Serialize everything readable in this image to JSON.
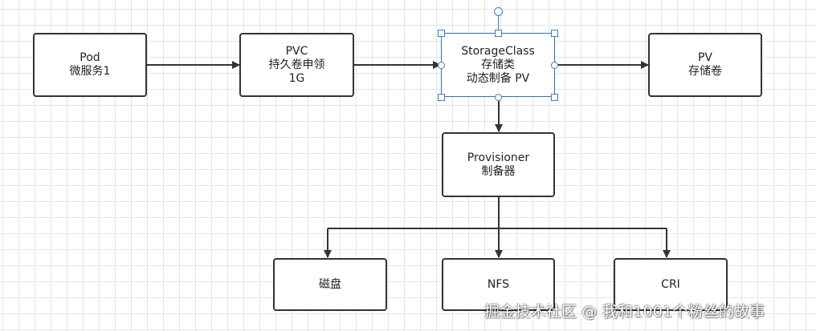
{
  "diagram": {
    "nodes": {
      "pod": {
        "lines": [
          "Pod",
          "微服务1"
        ]
      },
      "pvc": {
        "lines": [
          "PVC",
          "持久卷申领",
          "1G"
        ]
      },
      "storageclass": {
        "lines": [
          "StorageClass",
          "存储类",
          "动态制备 PV"
        ],
        "selected": true
      },
      "pv": {
        "lines": [
          "PV",
          "存储卷"
        ]
      },
      "provisioner": {
        "lines": [
          "Provisioner",
          "制备器"
        ]
      },
      "disk": {
        "lines": [
          "磁盘"
        ]
      },
      "nfs": {
        "lines": [
          "NFS"
        ]
      },
      "cri": {
        "lines": [
          "CRI"
        ]
      }
    },
    "edges": [
      {
        "from": "pod",
        "to": "pvc"
      },
      {
        "from": "pvc",
        "to": "storageclass"
      },
      {
        "from": "storageclass",
        "to": "pv"
      },
      {
        "from": "storageclass",
        "to": "provisioner"
      },
      {
        "from": "provisioner",
        "to": "disk"
      },
      {
        "from": "provisioner",
        "to": "nfs"
      },
      {
        "from": "provisioner",
        "to": "cri"
      }
    ]
  },
  "colors": {
    "line": "#333333",
    "selection": "#3a7bd5",
    "grid": "#e6e6e6"
  },
  "watermark": "掘金技术社区 @ 我和1001个粉丝的故事"
}
